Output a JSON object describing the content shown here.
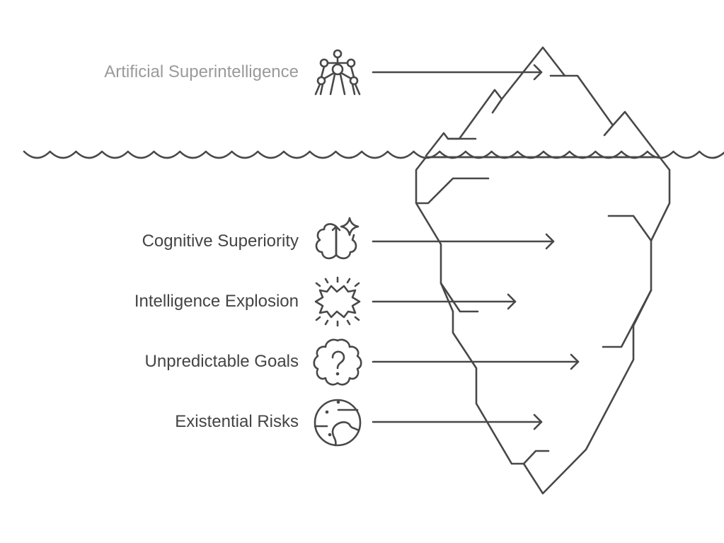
{
  "diagram": {
    "type": "iceberg",
    "above_water": {
      "label": "Artificial Superintelligence",
      "icon": "atomium-icon"
    },
    "below_water": [
      {
        "label": "Cognitive Superiority",
        "icon": "brain-sparkle-icon"
      },
      {
        "label": "Intelligence Explosion",
        "icon": "explosion-icon"
      },
      {
        "label": "Unpredictable Goals",
        "icon": "question-cloud-icon"
      },
      {
        "label": "Existential Risks",
        "icon": "planet-icon"
      }
    ],
    "colors": {
      "above": "#d9d9d9",
      "below": "#7ddfff",
      "stroke": "#484848",
      "top_label": "#9a9a9a",
      "label": "#444444"
    }
  }
}
